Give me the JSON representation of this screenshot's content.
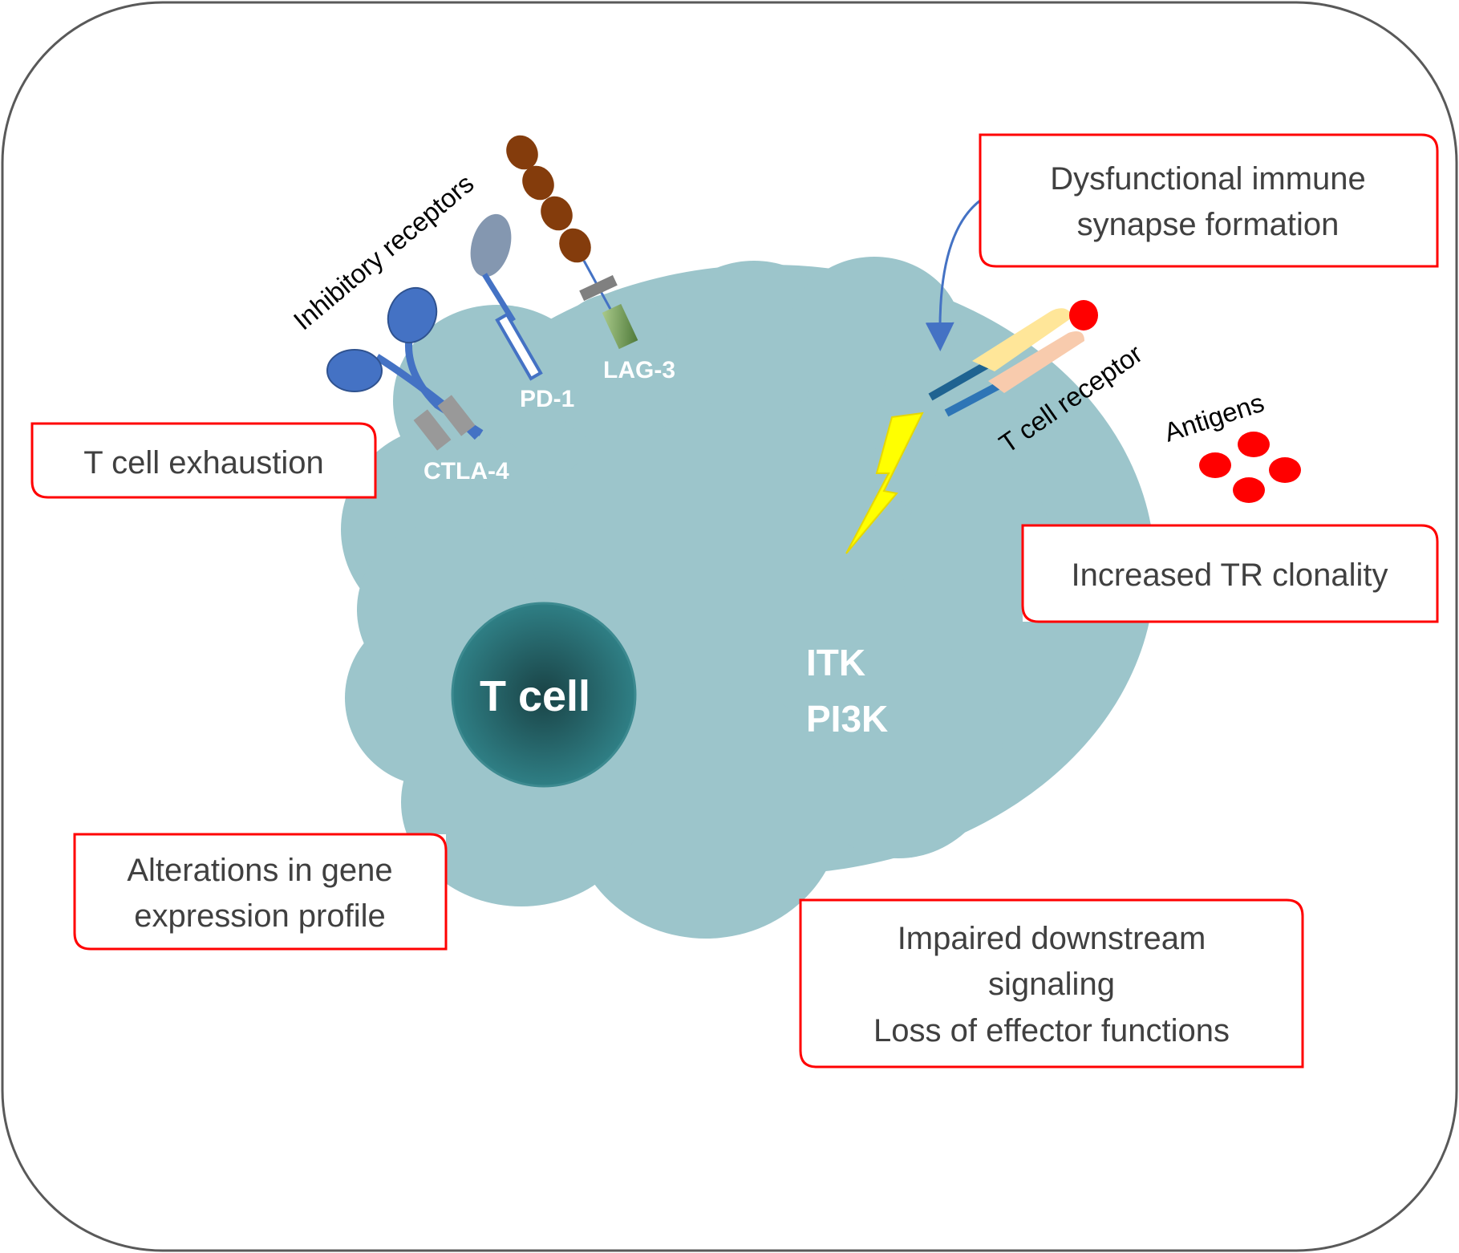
{
  "boxes": {
    "exhaustion": "T cell exhaustion",
    "synapse": [
      "Dysfunctional immune",
      "synapse formation"
    ],
    "clonality": "Increased TR clonality",
    "gene_expression": [
      "Alterations in gene",
      "expression profile"
    ],
    "signaling": [
      "Impaired downstream",
      "signaling",
      "Loss of effector functions"
    ]
  },
  "labels": {
    "inhibitory_receptors": "Inhibitory receptors",
    "ctla4": "CTLA-4",
    "pd1": "PD-1",
    "lag3": "LAG-3",
    "t_cell_receptor": "T cell receptor",
    "antigens": "Antigens",
    "t_cell": "T cell",
    "itk": "ITK",
    "pi3k": "PI3K"
  },
  "colors": {
    "cell_body": "#9cc5cb",
    "nucleus": "#2d7a80",
    "box_border": "#ff0000",
    "receptor_blue": "#4472c4",
    "antigen": "#ff0000",
    "lightning": "#ffff00"
  }
}
